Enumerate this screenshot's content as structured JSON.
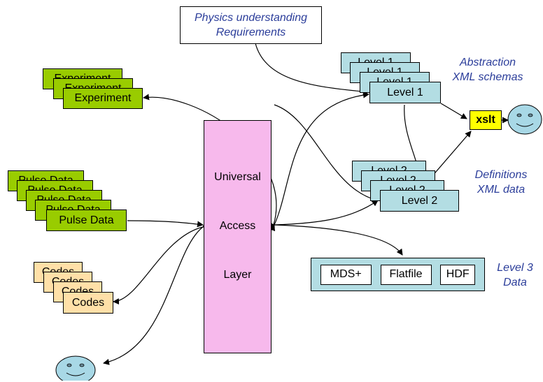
{
  "requirements_box": {
    "line1": "Physics understanding",
    "line2": "Requirements"
  },
  "abstraction_label": {
    "line1": "Abstraction",
    "line2": "XML schemas"
  },
  "definitions_label": {
    "line1": "Definitions",
    "line2": "XML data"
  },
  "level3_label": {
    "line1": "Level 3",
    "line2": "Data"
  },
  "experiment_stack": {
    "label": "Experiment"
  },
  "pulse_stack": {
    "label": "Pulse Data"
  },
  "codes_stack": {
    "label": "Codes"
  },
  "level1_stack": {
    "label": "Level 1"
  },
  "level2_stack": {
    "label": "Level 2"
  },
  "ual": {
    "line1": "Universal",
    "line2": "Access",
    "line3": "Layer"
  },
  "xslt": {
    "label": "xslt"
  },
  "storage": {
    "items": [
      "MDS+",
      "Flatfile",
      "HDF"
    ]
  },
  "colors": {
    "experiment": "#99cc00",
    "pulse_data": "#99cc00",
    "codes": "#ffe0a8",
    "level_boxes": "#b3dde3",
    "ual": "#f7b9ec",
    "xslt": "#ffff00",
    "annotation_text": "#2b3d9a",
    "face": "#a8d8e6"
  }
}
